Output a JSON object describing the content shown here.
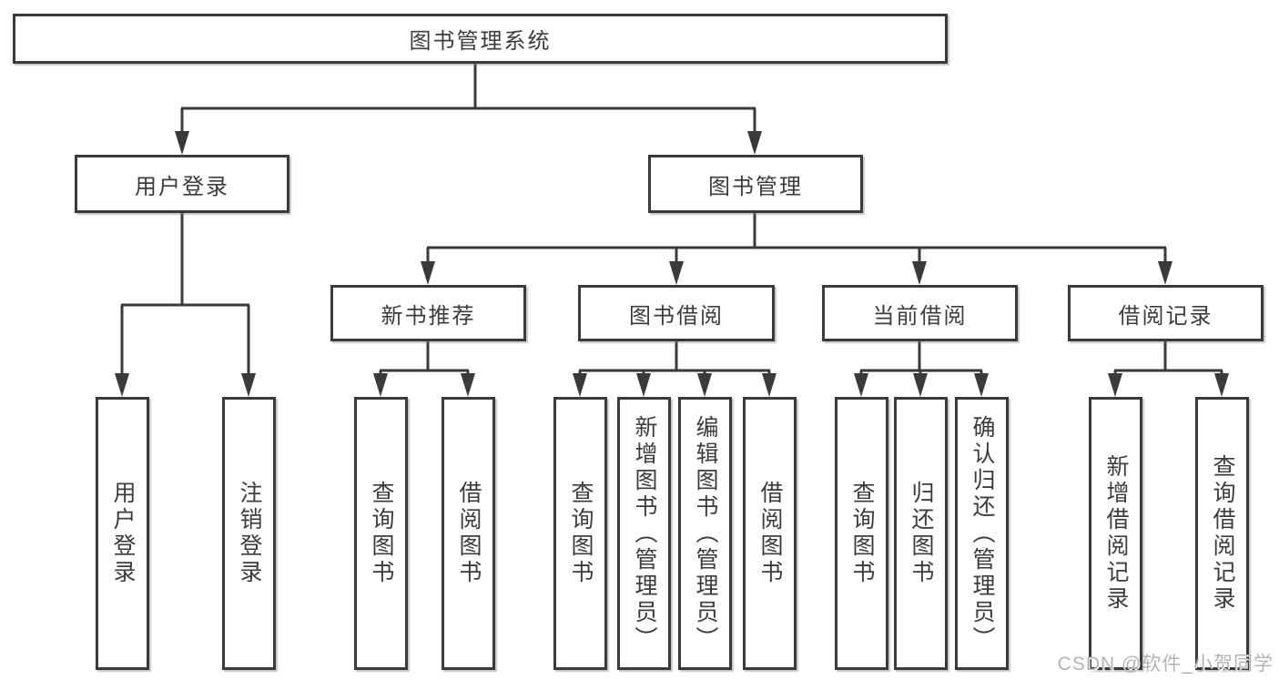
{
  "tree": {
    "root": "图书管理系统",
    "children": [
      {
        "label": "用户登录",
        "children": [
          "用户登录",
          "注销登录"
        ]
      },
      {
        "label": "图书管理",
        "children": [
          {
            "label": "新书推荐",
            "children": [
              "查询图书",
              "借阅图书"
            ]
          },
          {
            "label": "图书借阅",
            "children": [
              "查询图书",
              "新增图书（管理员）",
              "编辑图书（管理员）",
              "借阅图书"
            ]
          },
          {
            "label": "当前借阅",
            "children": [
              "查询图书",
              "归还图书",
              "确认归还（管理员）"
            ]
          },
          {
            "label": "借阅记录",
            "children": [
              "新增借阅记录",
              "查询借阅记录"
            ]
          }
        ]
      }
    ]
  },
  "watermark": {
    "text": "CSDN @软件_小贺同学"
  },
  "colors": {
    "line": "#3a3a3a",
    "text": "#3c3c3c",
    "box_background": "#ffffff",
    "page_background": "#ffffff",
    "watermark": "#b4b4b4"
  }
}
